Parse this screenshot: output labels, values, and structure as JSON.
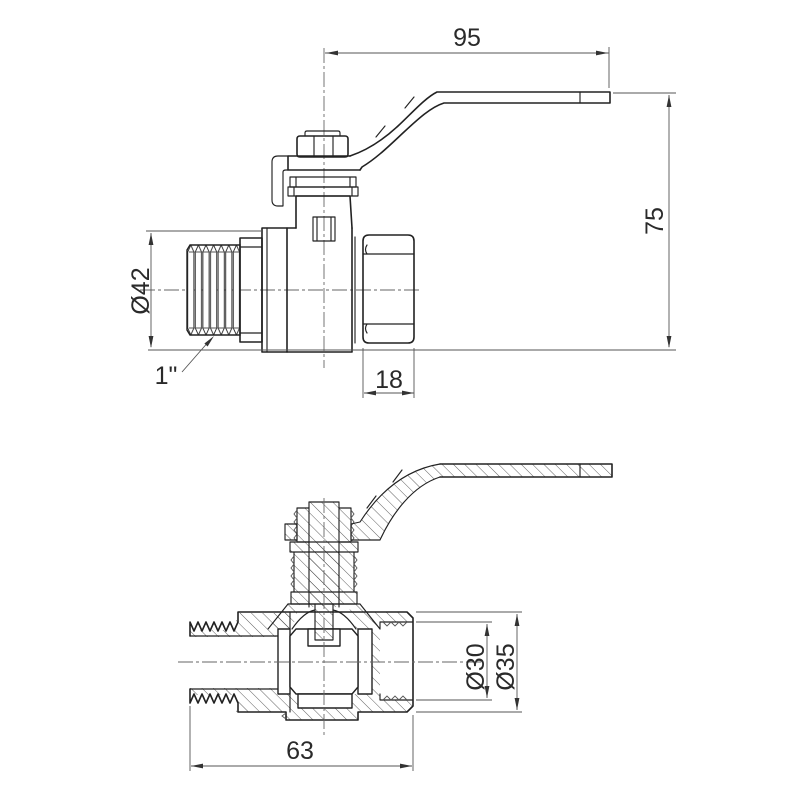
{
  "drawing": {
    "colors": {
      "line": "#222222",
      "thin_line": "#555555",
      "background": "#ffffff"
    },
    "dimensions": {
      "handle_length": "95",
      "total_height": "75",
      "body_diameter": "Ø42",
      "thread_size": "1\"",
      "nut_width": "18",
      "body_length": "63",
      "bore_diameter": "Ø30",
      "connection_diameter": "Ø35"
    }
  }
}
